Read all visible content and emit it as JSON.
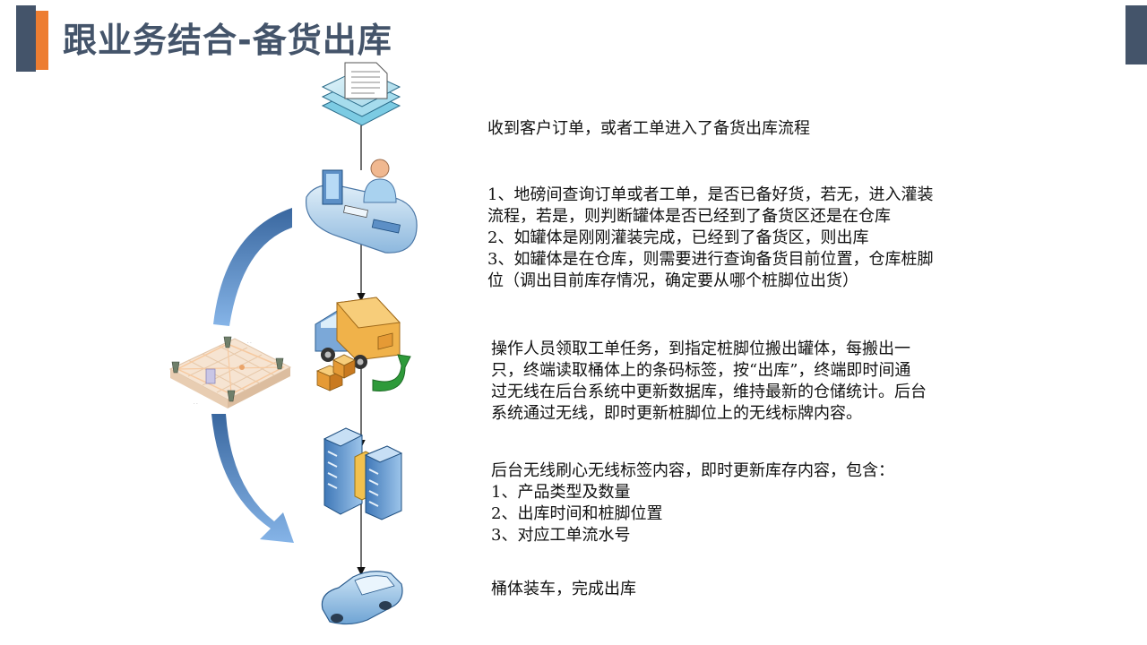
{
  "title": "跟业务结合-备货出库",
  "steps": [
    {
      "lines": [
        "收到客户订单，或者工单进入了备货出库流程"
      ]
    },
    {
      "lines": [
        "1、地磅间查询订单或者工单，是否已备好货，若无，进入灌装",
        "流程，若是，则判断罐体是否已经到了备货区还是在仓库",
        "2、如罐体是刚刚灌装完成，已经到了备货区，则出库",
        "3、如罐体是在仓库，则需要进行查询备货目前位置，仓库桩脚",
        "位（调出目前库存情况，确定要从哪个桩脚位出货）"
      ]
    },
    {
      "lines": [
        "操作人员领取工单任务，到指定桩脚位搬出罐体，每搬出一",
        "只，终端读取桶体上的条码标签，按“出库”，终端即时间通",
        "过无线在后台系统中更新数据库，维持最新的仓储统计。后台",
        "系统通过无线，即时更新桩脚位上的无线标牌内容。"
      ]
    },
    {
      "lines": [
        "后台无线刷心无线标签内容，即时更新库存内容，包含：",
        "1、产品类型及数量",
        "2、出库时间和桩脚位置",
        "3、对应工单流水号"
      ]
    },
    {
      "lines": [
        "桶体装车，完成出库"
      ]
    }
  ],
  "colors": {
    "title": "#44546a",
    "accent": "#ed7d31",
    "curve_arrow": "#4a86c8",
    "green_arrow": "#2e9a3a"
  },
  "icons": [
    "document-stack-icon",
    "workstation-icon",
    "delivery-truck-icon",
    "server-icon",
    "car-icon",
    "wireless-map-icon"
  ]
}
